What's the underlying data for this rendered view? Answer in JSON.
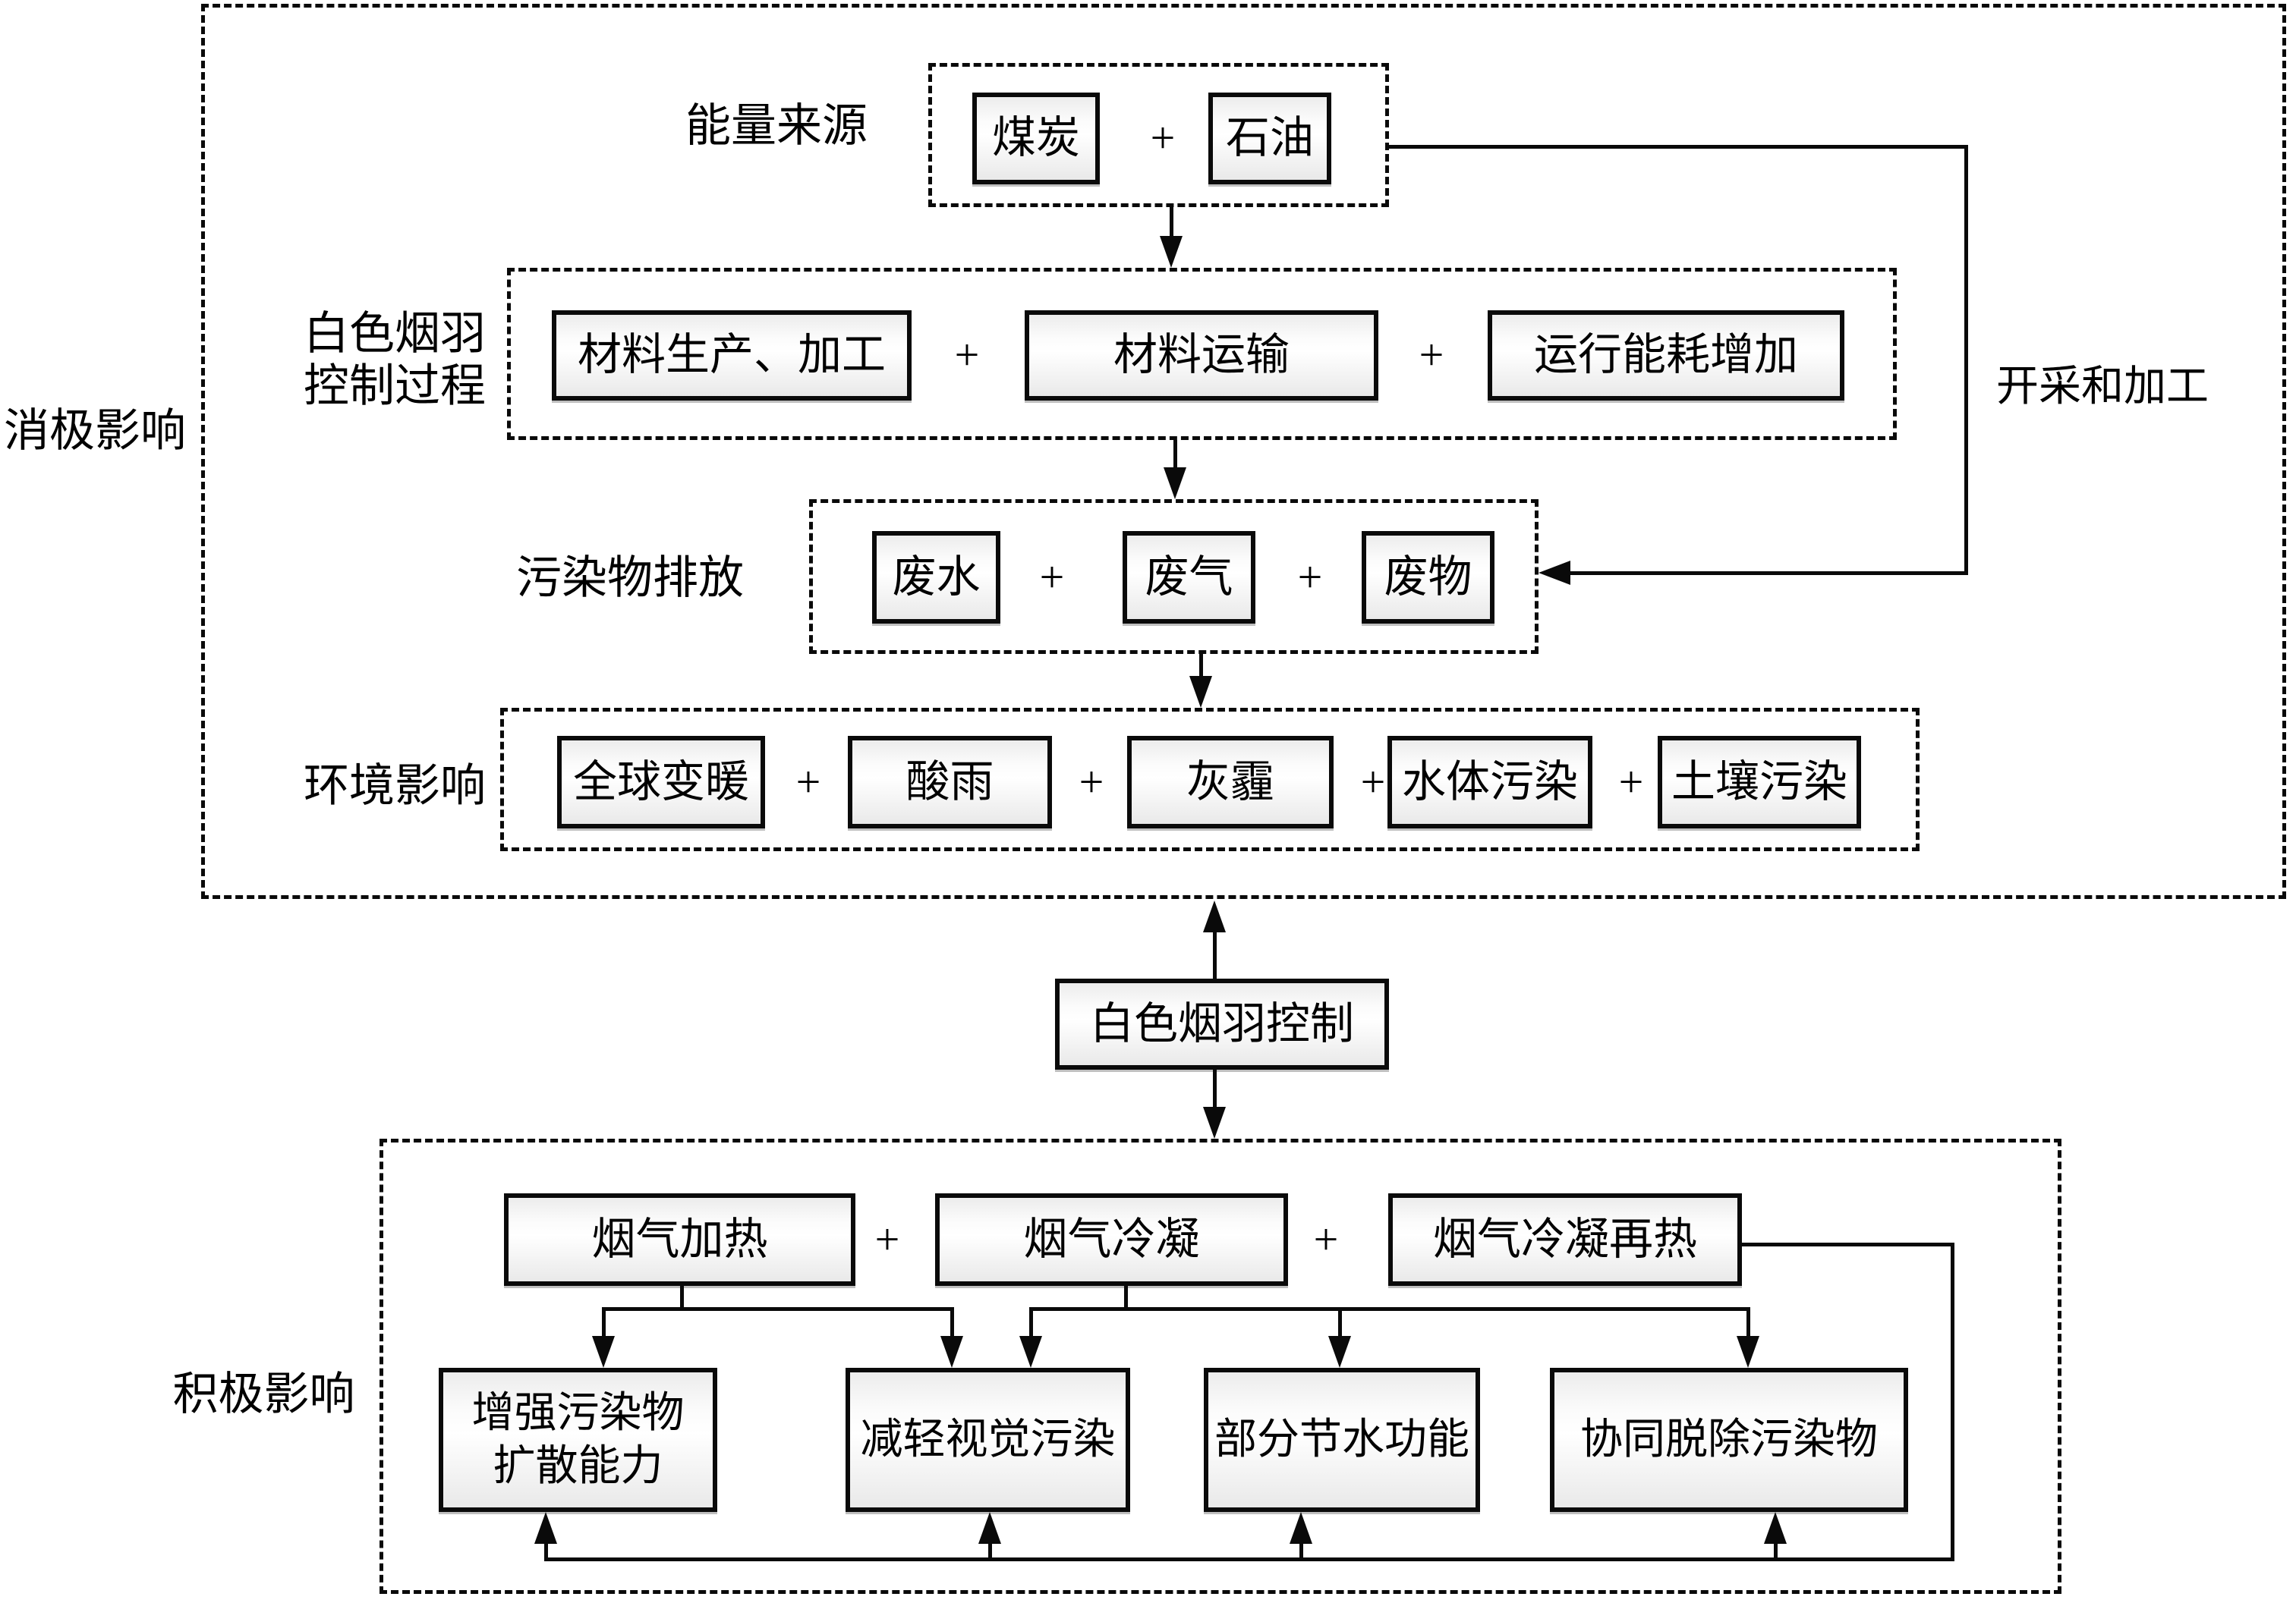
{
  "plus": "+",
  "negative": {
    "section_label": "消极影响",
    "mining_label": "开采和加工",
    "energy": {
      "label": "能量来源",
      "items": [
        "煤炭",
        "石油"
      ]
    },
    "process": {
      "label_line1": "白色烟羽",
      "label_line2": "控制过程",
      "items": [
        "材料生产、加工",
        "材料运输",
        "运行能耗增加"
      ]
    },
    "emission": {
      "label": "污染物排放",
      "items": [
        "废水",
        "废气",
        "废物"
      ]
    },
    "environment": {
      "label": "环境影响",
      "items": [
        "全球变暖",
        "酸雨",
        "灰霾",
        "水体污染",
        "土壤污染"
      ]
    }
  },
  "center": {
    "control_label": "白色烟羽控制"
  },
  "positive": {
    "section_label": "积极影响",
    "methods": [
      "烟气加热",
      "烟气冷凝",
      "烟气冷凝再热"
    ],
    "effects": [
      {
        "line1": "增强污染物",
        "line2": "扩散能力"
      },
      {
        "line1": "减轻视觉污染"
      },
      {
        "line1": "部分节水功能"
      },
      {
        "line1": "协同脱除污染物"
      }
    ]
  }
}
